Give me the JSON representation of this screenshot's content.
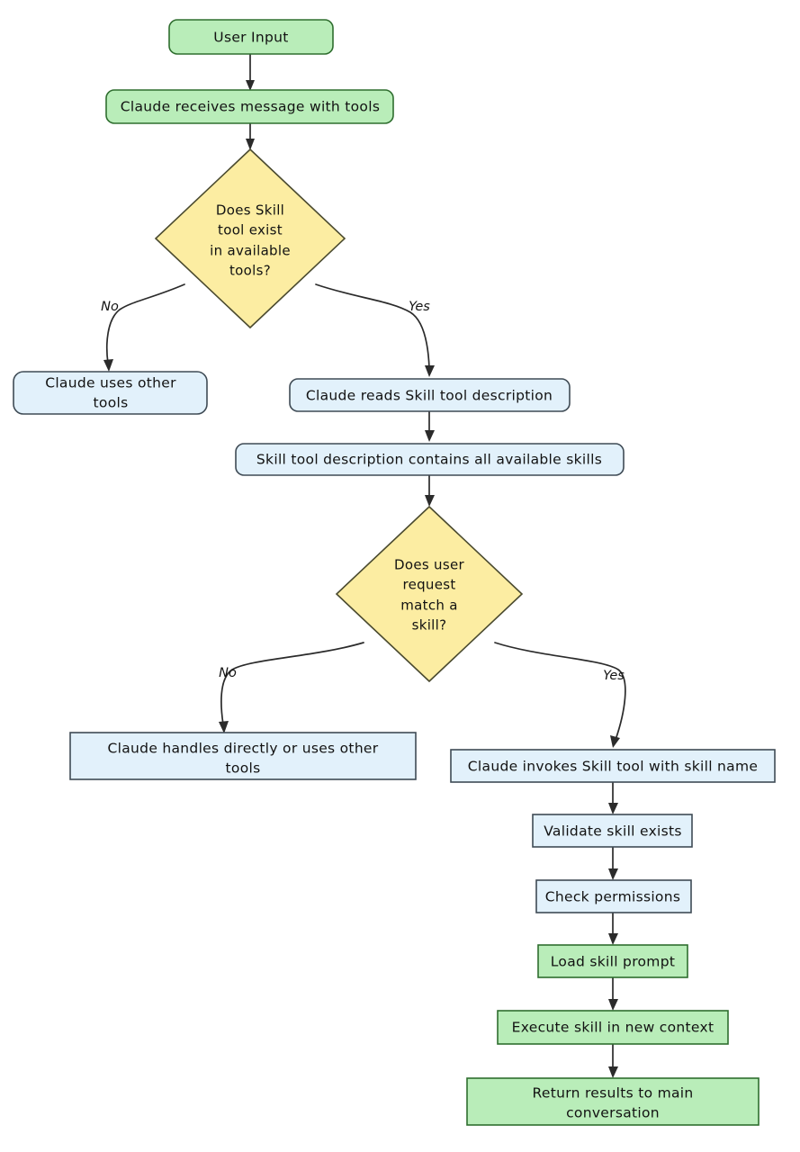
{
  "diagram": {
    "title": "Claude Skill tool invocation flowchart",
    "type": "flowchart",
    "direction": "top-down",
    "background": "#ffffff",
    "palette": {
      "green_fill": "#b9edb9",
      "green_stroke": "#2f6e2f",
      "blue_fill": "#e2f1fb",
      "blue_stroke": "#3f4b55",
      "yellow_fill": "#fceda2",
      "yellow_stroke": "#4a4a2f",
      "edge_stroke": "#2b2b2b",
      "text": "#121212"
    }
  },
  "nodes": {
    "user_input": {
      "label": "User Input",
      "shape": "rounded-rect",
      "style": "green"
    },
    "claude_receives": {
      "label": "Claude receives message with tools",
      "shape": "rounded-rect",
      "style": "green"
    },
    "skill_tool_exists": {
      "shape": "diamond",
      "style": "yellow",
      "lines": [
        "Does Skill",
        "tool exist",
        "in available",
        "tools?"
      ]
    },
    "claude_uses_other_tools": {
      "shape": "rounded-rect",
      "style": "blue",
      "lines": [
        "Claude uses other",
        "tools"
      ]
    },
    "claude_reads_desc": {
      "label": "Claude reads Skill tool description",
      "shape": "rounded-rect",
      "style": "blue"
    },
    "desc_contains_skills": {
      "label": "Skill tool description contains all available skills",
      "shape": "rounded-rect",
      "style": "blue"
    },
    "request_match_skill": {
      "shape": "diamond",
      "style": "yellow",
      "lines": [
        "Does user",
        "request",
        "match a",
        "skill?"
      ]
    },
    "claude_handles_directly": {
      "shape": "rect",
      "style": "blue",
      "lines": [
        "Claude handles directly or uses other",
        "tools"
      ]
    },
    "claude_invokes_skill": {
      "label": "Claude invokes Skill tool with skill name",
      "shape": "rect",
      "style": "blue"
    },
    "validate_skill": {
      "label": "Validate skill exists",
      "shape": "rect",
      "style": "blue"
    },
    "check_permissions": {
      "label": "Check permissions",
      "shape": "rect",
      "style": "blue"
    },
    "load_skill_prompt": {
      "label": "Load skill prompt",
      "shape": "rect",
      "style": "green"
    },
    "execute_skill": {
      "label": "Execute skill in new context",
      "shape": "rect",
      "style": "green"
    },
    "return_results": {
      "shape": "rect",
      "style": "green",
      "lines": [
        "Return results to main",
        "conversation"
      ]
    }
  },
  "edge_labels": {
    "skill_exists_no": "No",
    "skill_exists_yes": "Yes",
    "match_skill_no": "No",
    "match_skill_yes": "Yes"
  },
  "edges": [
    {
      "from": "user_input",
      "to": "claude_receives",
      "label": ""
    },
    {
      "from": "claude_receives",
      "to": "skill_tool_exists",
      "label": ""
    },
    {
      "from": "skill_tool_exists",
      "to": "claude_uses_other_tools",
      "label": "No"
    },
    {
      "from": "skill_tool_exists",
      "to": "claude_reads_desc",
      "label": "Yes"
    },
    {
      "from": "claude_reads_desc",
      "to": "desc_contains_skills",
      "label": ""
    },
    {
      "from": "desc_contains_skills",
      "to": "request_match_skill",
      "label": ""
    },
    {
      "from": "request_match_skill",
      "to": "claude_handles_directly",
      "label": "No"
    },
    {
      "from": "request_match_skill",
      "to": "claude_invokes_skill",
      "label": "Yes"
    },
    {
      "from": "claude_invokes_skill",
      "to": "validate_skill",
      "label": ""
    },
    {
      "from": "validate_skill",
      "to": "check_permissions",
      "label": ""
    },
    {
      "from": "check_permissions",
      "to": "load_skill_prompt",
      "label": ""
    },
    {
      "from": "load_skill_prompt",
      "to": "execute_skill",
      "label": ""
    },
    {
      "from": "execute_skill",
      "to": "return_results",
      "label": ""
    }
  ]
}
